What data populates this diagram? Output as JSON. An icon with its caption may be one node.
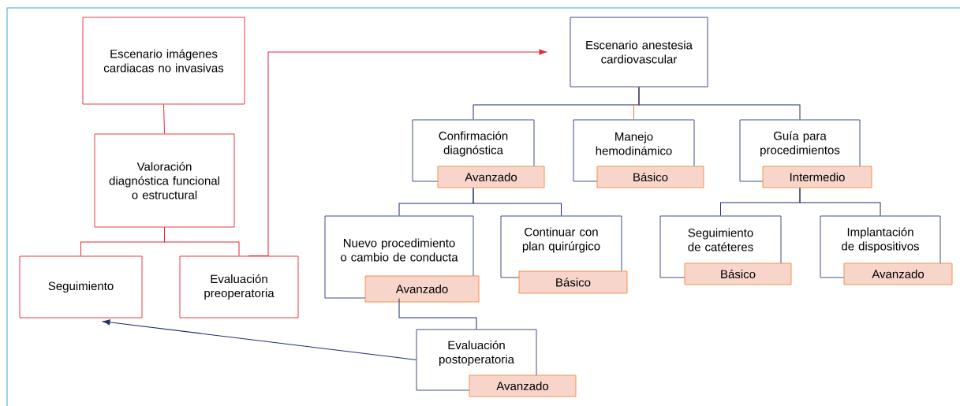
{
  "diagram": {
    "nodes": [
      {
        "text": [
          "Escenario imágenes cardiacas no invasivas"
        ]
      },
      {
        "text": [
          "Valoración diagnóstica funcional o estructural"
        ]
      },
      {
        "text": [
          "Seguimiento"
        ]
      },
      {
        "text": [
          "Evaluación preoperatoria"
        ]
      },
      {
        "text": [
          "Escenario anestesia cardiovascular"
        ]
      },
      {
        "text": [
          "Confirmación diagnóstica"
        ]
      },
      {
        "text": [
          "Avanzado"
        ]
      },
      {
        "text": [
          "Manejo hemodinámico"
        ]
      },
      {
        "text": [
          "Básico"
        ]
      },
      {
        "text": [
          "Guía para procedimientos"
        ]
      },
      {
        "text": [
          "Intermedio"
        ]
      },
      {
        "text": [
          "Nuevo procedimiento o cambio de conducta"
        ]
      },
      {
        "text": [
          "Avanzado"
        ]
      },
      {
        "text": [
          "Continuar con plan quirúrgico"
        ]
      },
      {
        "text": [
          "Básico"
        ]
      },
      {
        "text": [
          "Seguimiento de catéteres"
        ]
      },
      {
        "text": [
          "Básico"
        ]
      },
      {
        "text": [
          "Implantación de dispositivos"
        ]
      },
      {
        "text": [
          "Avanzado"
        ]
      },
      {
        "text": [
          "Evaluación postoperatoria"
        ]
      },
      {
        "text": [
          "Avanzado"
        ]
      }
    ],
    "edges": [
      {
        "from": 0,
        "to": 1,
        "arrow": "none",
        "color": "#e8262e"
      },
      {
        "from": 1,
        "to": 2,
        "arrow": "none",
        "color": "#e8262e"
      },
      {
        "from": 1,
        "to": 3,
        "arrow": "none",
        "color": "#e8262e"
      },
      {
        "from": 3,
        "to": 4,
        "arrow": "to",
        "color": "#e8262e"
      },
      {
        "from": 4,
        "to": 5,
        "arrow": "none"
      },
      {
        "from": 4,
        "to": 7,
        "arrow": "none",
        "color": "#d0804a"
      },
      {
        "from": 4,
        "to": 9,
        "arrow": "none"
      },
      {
        "from": 5,
        "to": 11,
        "arrow": "none"
      },
      {
        "from": 5,
        "to": 13,
        "arrow": "none"
      },
      {
        "from": 9,
        "to": 15,
        "arrow": "none"
      },
      {
        "from": 9,
        "to": 17,
        "arrow": "none"
      },
      {
        "from": 11,
        "to": 19,
        "arrow": "none"
      },
      {
        "from": 19,
        "to": 2,
        "arrow": "to"
      }
    ]
  }
}
